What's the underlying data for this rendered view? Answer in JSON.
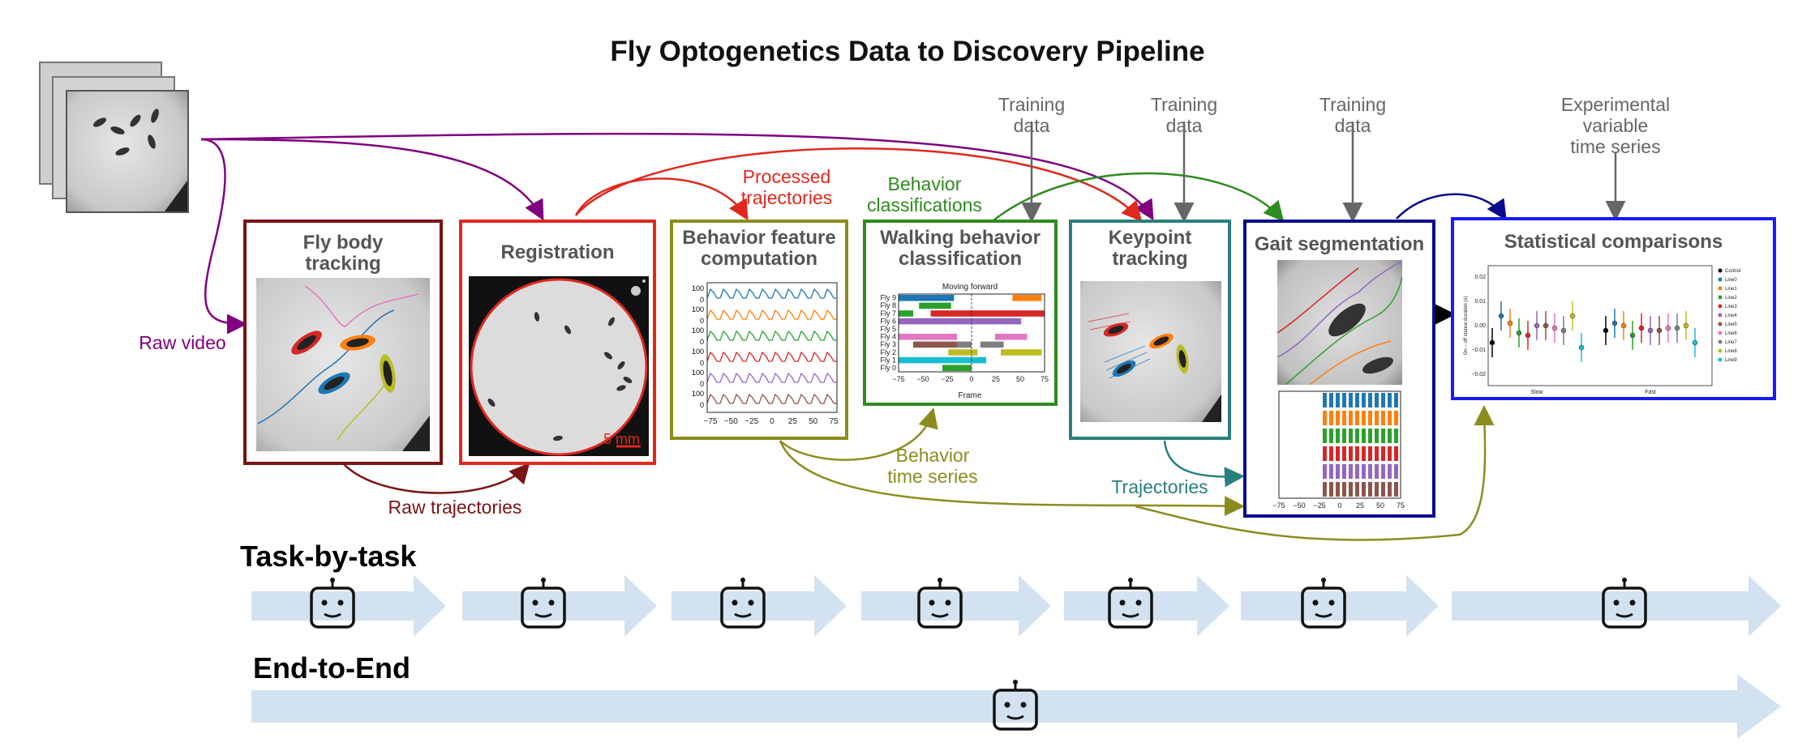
{
  "title": "Fly Optogenetics Data to Discovery Pipeline",
  "colors": {
    "raw_video": "#800080",
    "fly_body": "#7a1414",
    "registration": "#e0281e",
    "behavior_feature": "#8c8c1e",
    "walking": "#2e8b1e",
    "keypoint": "#2a7f7f",
    "gait": "#0a0a8c",
    "stats": "#1a1aff",
    "training": "#666666",
    "band": "#d3e2f0"
  },
  "boxes": {
    "fly_body": "Fly body\ntracking",
    "registration": "Registration",
    "behavior_feature": "Behavior feature\ncomputation",
    "walking": "Walking behavior\nclassification",
    "keypoint": "Keypoint\ntracking",
    "gait": "Gait segmentation",
    "stats": "Statistical comparisons"
  },
  "labels": {
    "raw_video": "Raw video",
    "raw_trajectories": "Raw trajectories",
    "processed_trajectories": "Processed\ntrajectories",
    "behavior_classifications": "Behavior\nclassifications",
    "behavior_time_series": "Behavior\ntime series",
    "trajectories": "Trajectories",
    "training_data_1": "Training\ndata",
    "training_data_2": "Training\ndata",
    "training_data_3": "Training\ndata",
    "experimental": "Experimental\nvariable\ntime series",
    "scale": "5 mm"
  },
  "sections": {
    "task_by_task": "Task-by-task",
    "end_to_end": "End-to-End"
  },
  "mini_feature": {
    "ytick": [
      "100",
      "0"
    ],
    "xticks": [
      "−75",
      "−50",
      "−25",
      "0",
      "25",
      "50",
      "75"
    ],
    "series_colors": [
      "#1f77b4",
      "#ff7f0e",
      "#2ca02c",
      "#d62728",
      "#9467bd",
      "#8c564b"
    ]
  },
  "mini_walking": {
    "title": "Moving forward",
    "flies": [
      "Fly 9",
      "Fly 8",
      "Fly 7",
      "Fly 6",
      "Fly 5",
      "Fly 4",
      "Fly 3",
      "Fly 2",
      "Fly 1",
      "Fly 0"
    ],
    "xticks": [
      "−75",
      "−50",
      "−25",
      "0",
      "25",
      "50",
      "75"
    ],
    "xlabel": "Frame"
  },
  "mini_gait": {
    "xticks": [
      "−75",
      "−50",
      "−25",
      "0",
      "25",
      "50",
      "75"
    ]
  },
  "mini_stats": {
    "ylabel": "On − off stance duration (s)",
    "yticks": [
      "0.02",
      "0.01",
      "0.00",
      "−0.01",
      "−0.02"
    ],
    "xticks": [
      "Slow",
      "Fast"
    ],
    "legend": [
      "Control",
      "Line0",
      "Line1",
      "Line2",
      "Line3",
      "Line4",
      "Line5",
      "Line6",
      "Line7",
      "Line8",
      "Line9"
    ],
    "legend_colors": [
      "#000000",
      "#1f77b4",
      "#ff7f0e",
      "#2ca02c",
      "#d62728",
      "#9467bd",
      "#8c564b",
      "#e377c2",
      "#7f7f7f",
      "#bcbd22",
      "#17becf"
    ]
  }
}
